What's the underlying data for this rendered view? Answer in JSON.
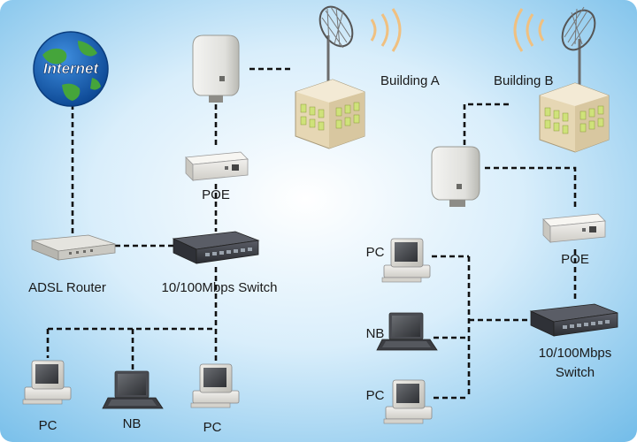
{
  "globe": {
    "label": "Internet"
  },
  "buildings": [
    {
      "label": "Building A"
    },
    {
      "label": "Building B"
    }
  ],
  "poe": [
    {
      "label": "POE"
    },
    {
      "label": "POE"
    }
  ],
  "router": {
    "label": "ADSL Router"
  },
  "switch_left": {
    "label": "10/100Mbps Switch"
  },
  "switch_right": {
    "line1": "10/100Mbps",
    "line2": "Switch"
  },
  "clients_left": [
    {
      "label": "PC"
    },
    {
      "label": "NB"
    },
    {
      "label": "PC"
    }
  ],
  "clients_right": [
    {
      "label": "PC"
    },
    {
      "label": "NB"
    },
    {
      "label": "PC"
    }
  ],
  "colors": {
    "bg_center": "#ffffff",
    "bg_edge": "#7fc4ec",
    "building_front": "#e6d7b4",
    "window": "#cfe27a",
    "switch_body": "#3c3f47",
    "globe_ocean": "#1a63b5",
    "globe_land": "#45a53b"
  }
}
